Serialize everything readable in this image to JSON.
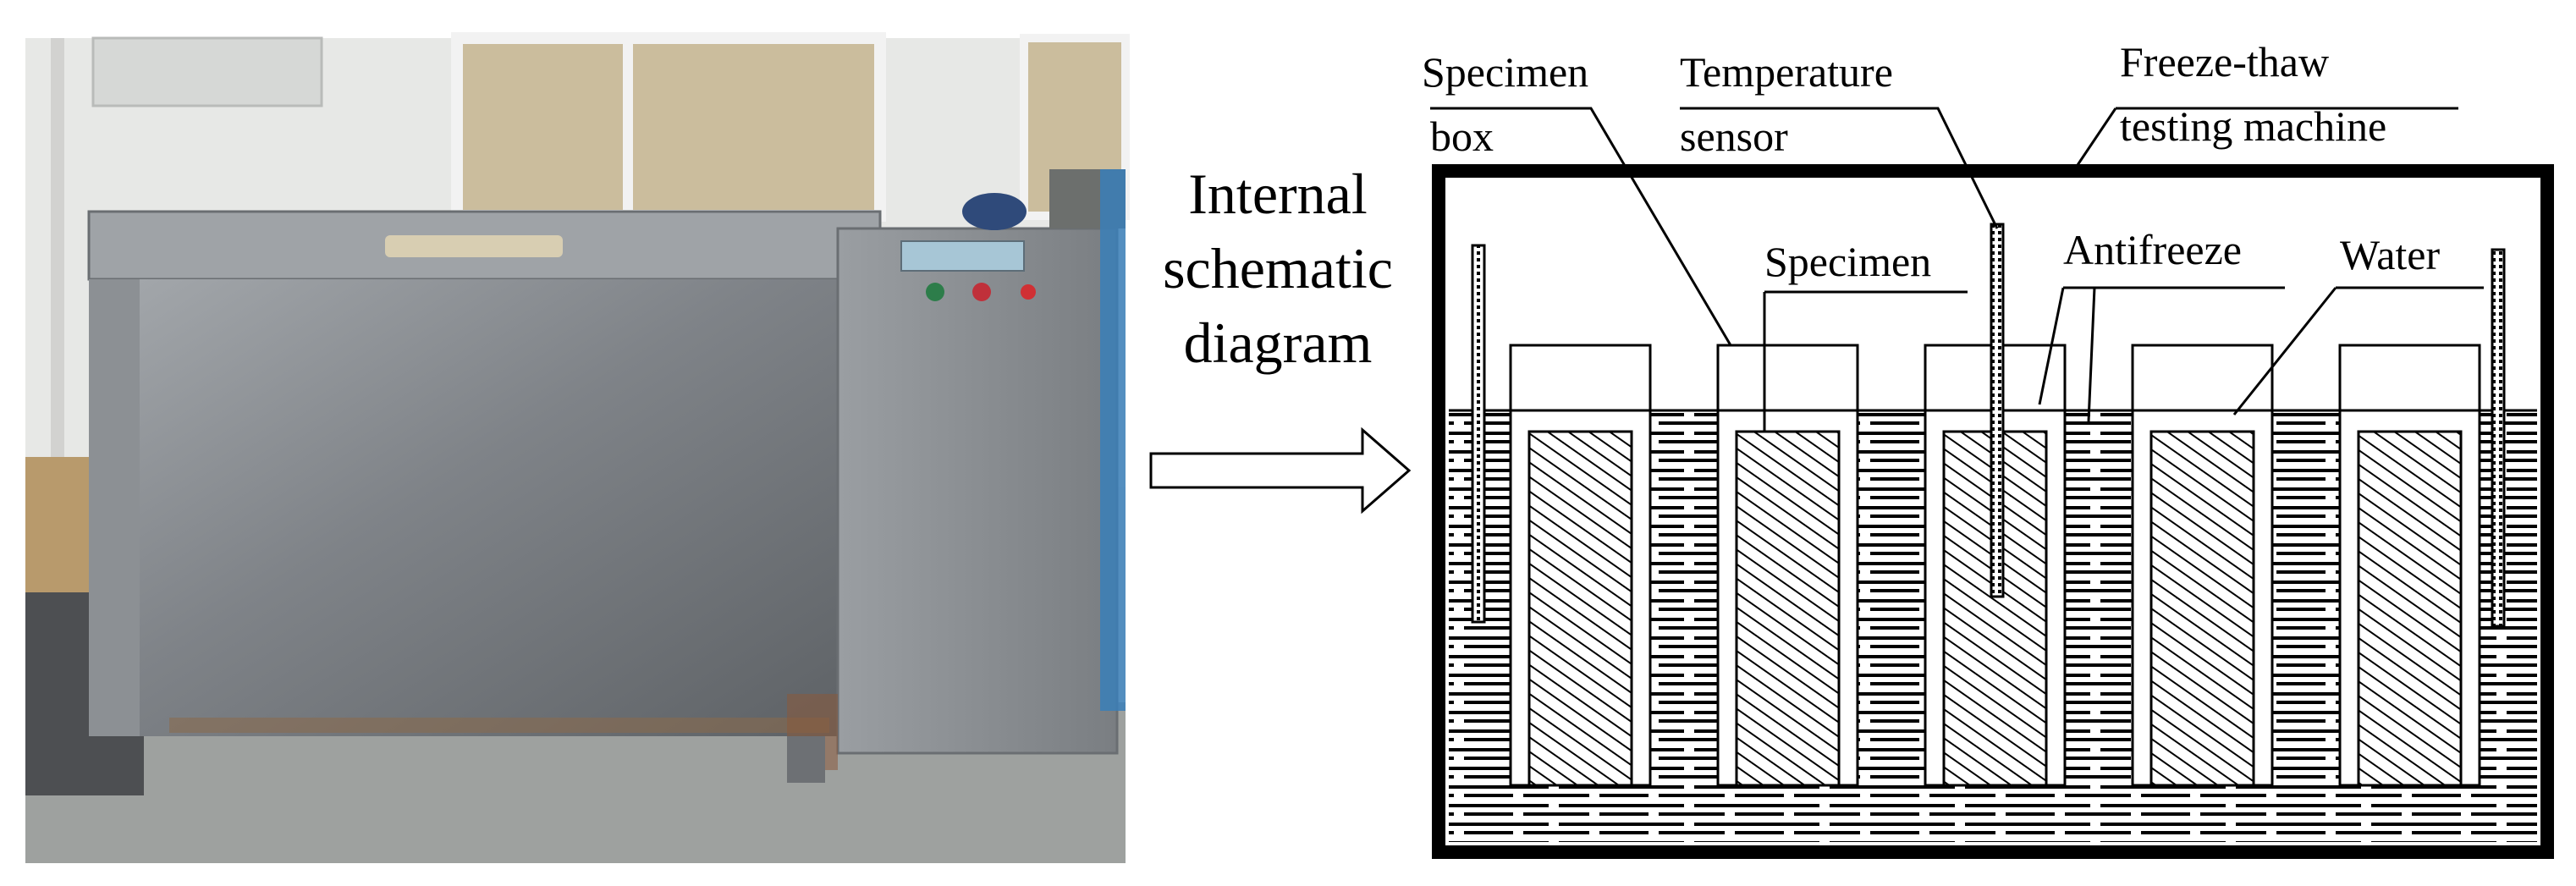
{
  "photo": {
    "description_icon": "freeze-thaw-machine-photo",
    "colors": {
      "steel": "#8d9196",
      "steel_dark": "#5d6166",
      "wall": "#e4e6e4",
      "floor": "#9fa2a0",
      "rust": "#8a5a3a",
      "panel_screen": "#9fc3d6",
      "window_sky": "#c9b896"
    }
  },
  "arrow": {
    "caption_lines": [
      "Internal",
      "schematic",
      "diagram"
    ]
  },
  "schematic": {
    "labels": {
      "specimen_box_line1": "Specimen",
      "specimen_box_line2": "box",
      "temperature_sensor_line1": "Temperature",
      "temperature_sensor_line2": "sensor",
      "machine_line1": "Freeze-thaw",
      "machine_line2": "testing machine",
      "specimen": "Specimen",
      "antifreeze": "Antifreeze",
      "water": "Water"
    },
    "box_count": 5,
    "sensor_count": 3,
    "colors": {
      "outline": "#000000",
      "hatch": "#000000",
      "fill": "#ffffff"
    }
  }
}
